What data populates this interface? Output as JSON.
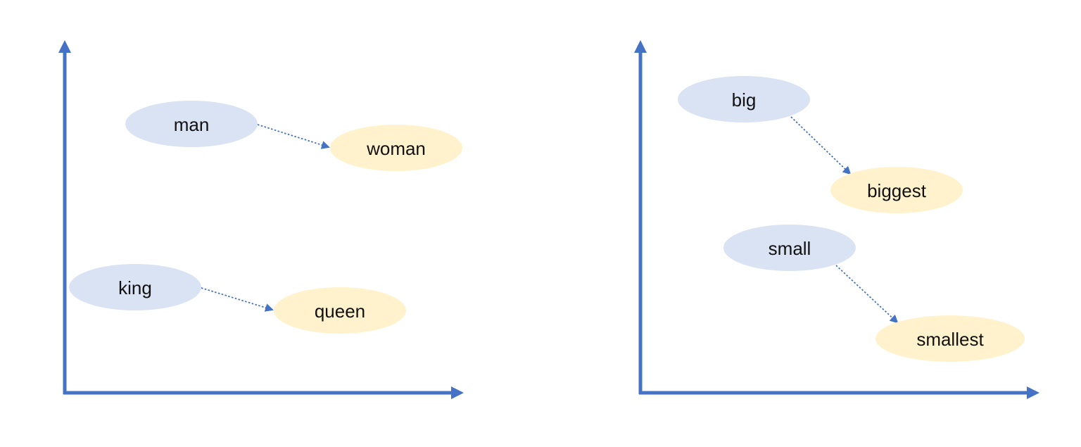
{
  "colors": {
    "axis": "#4472C4",
    "arrow": "#4472C4",
    "source_word_fill": "#DAE3F3",
    "target_word_fill": "#FFF2CC",
    "text": "#111111"
  },
  "diagrams": [
    {
      "pairs": [
        {
          "source": "man",
          "target": "woman"
        },
        {
          "source": "king",
          "target": "queen"
        }
      ]
    },
    {
      "pairs": [
        {
          "source": "big",
          "target": "biggest"
        },
        {
          "source": "small",
          "target": "smallest"
        }
      ]
    }
  ]
}
